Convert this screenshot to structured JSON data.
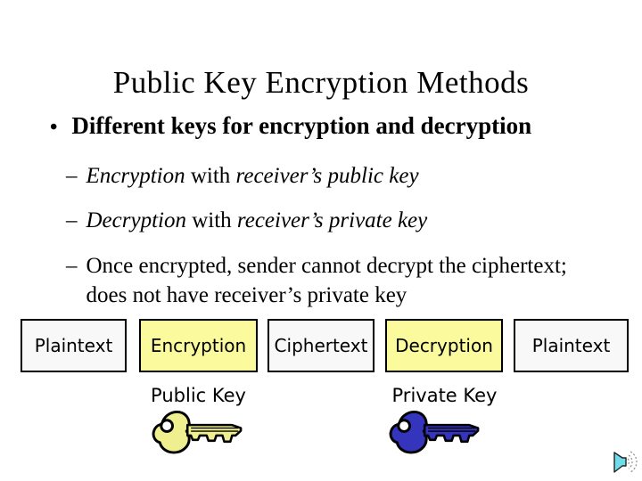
{
  "slide": {
    "title": "Public Key Encryption Methods",
    "bullet": {
      "marker": "•",
      "text": "Different keys for encryption and decryption"
    },
    "sub_bullets": [
      {
        "marker": "–",
        "italic1": "Encryption",
        "roman": " with ",
        "italic2": "receiver’s public key"
      },
      {
        "marker": "–",
        "italic1": "Decryption",
        "roman": " with ",
        "italic2": "receiver’s private key"
      },
      {
        "marker": "–",
        "text": "Once encrypted, sender cannot decrypt the ciphertext; does not have receiver’s private key"
      }
    ],
    "diagram": {
      "boxes": [
        {
          "label": "Plaintext",
          "type": "data"
        },
        {
          "label": "Encryption",
          "type": "process"
        },
        {
          "label": "Ciphertext",
          "type": "data"
        },
        {
          "label": "Decryption",
          "type": "process"
        },
        {
          "label": "Plaintext",
          "type": "data"
        }
      ],
      "key_labels": [
        {
          "label": "Public Key"
        },
        {
          "label": "Private Key"
        }
      ],
      "icons": [
        {
          "name": "yellow-key-icon",
          "fill": "#efef8f"
        },
        {
          "name": "blue-key-icon",
          "fill": "#3434bd"
        }
      ]
    },
    "icons": {
      "audio": "speaker-icon"
    },
    "colors": {
      "process_box_fill": "#fbfb9e",
      "data_box_fill": "#f8f8f8",
      "box_border": "#000000",
      "public_key_fill": "#efef8f",
      "private_key_fill": "#3434bd",
      "speaker_fill": "#6fdde9"
    }
  }
}
